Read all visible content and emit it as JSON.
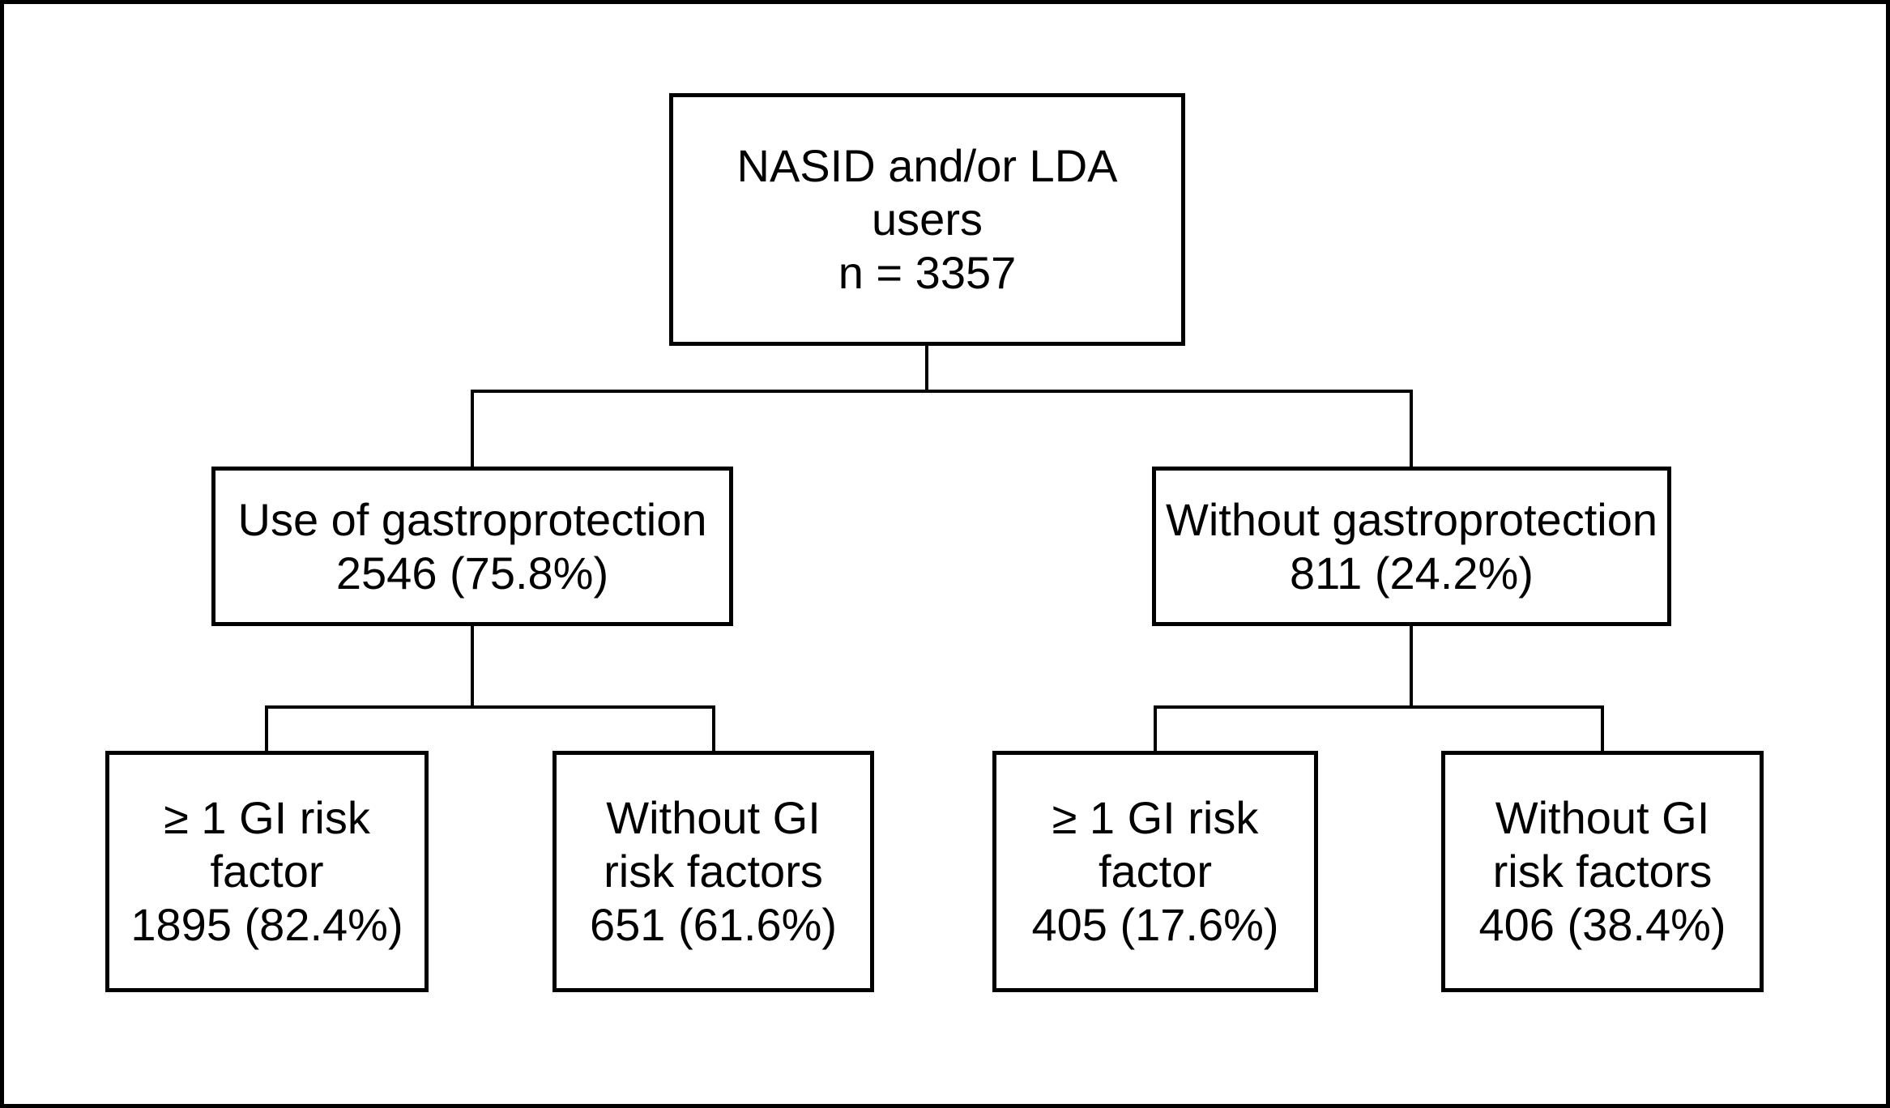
{
  "diagram": {
    "type": "flowchart",
    "colors": {
      "background": "#ffffff",
      "line": "#000000",
      "text": "#000000"
    },
    "nodes": {
      "root": {
        "lines": [
          "NASID and/or LDA",
          "users",
          "n = 3357"
        ]
      },
      "gastroprotection": {
        "lines": [
          "Use of gastroprotection",
          "2546 (75.8%)"
        ]
      },
      "without_gastroprotection": {
        "lines": [
          "Without gastroprotection",
          "811 (24.2%)"
        ]
      },
      "gp_gi_risk": {
        "lines": [
          "≥ 1 GI risk",
          "factor",
          "1895 (82.4%)"
        ]
      },
      "gp_no_gi_risk": {
        "lines": [
          "Without GI",
          "risk factors",
          "651 (61.6%)"
        ]
      },
      "ngp_gi_risk": {
        "lines": [
          "≥ 1 GI risk",
          "factor",
          "405 (17.6%)"
        ]
      },
      "ngp_no_gi_risk": {
        "lines": [
          "Without GI",
          "risk factors",
          "406 (38.4%)"
        ]
      }
    },
    "edges": [
      [
        "root",
        "gastroprotection"
      ],
      [
        "root",
        "without_gastroprotection"
      ],
      [
        "gastroprotection",
        "gp_gi_risk"
      ],
      [
        "gastroprotection",
        "gp_no_gi_risk"
      ],
      [
        "without_gastroprotection",
        "ngp_gi_risk"
      ],
      [
        "without_gastroprotection",
        "ngp_no_gi_risk"
      ]
    ]
  }
}
